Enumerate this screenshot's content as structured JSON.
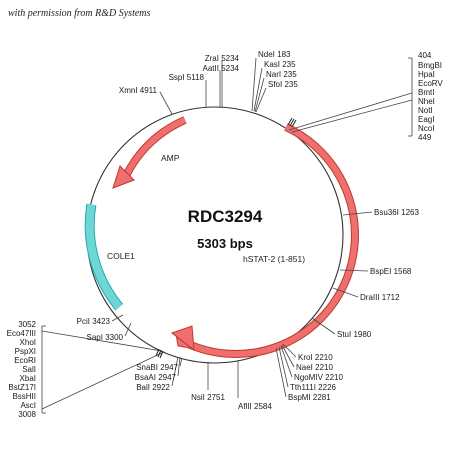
{
  "permission_note": "with permission from R&D Systems",
  "plasmid": {
    "name": "RDC3294",
    "size": "5303 bps"
  },
  "colors": {
    "backbone": "#333333",
    "feature_red": "#ef6f6f",
    "feature_red_edge": "#c0392b",
    "feature_cyan": "#6fd6d6",
    "feature_cyan_edge": "#2aa9a9"
  },
  "features": {
    "amp": "AMP",
    "cole1": "COLE1",
    "hstat2": "hSTAT-2 (1-851)"
  },
  "sites": {
    "ndel": "NdeI 183",
    "kasi": "KasI 235",
    "nari": "NarI 235",
    "sfoi": "SfoI 235",
    "zrai": "ZraI 5234",
    "aatii": "AatII 5234",
    "sspi": "SspI 5118",
    "xmni": "XmnI 4911",
    "bsu36i": "Bsu36I 1263",
    "bspei": "BspEI 1568",
    "draiii": "DraIII 1712",
    "stui": "StuI 1980",
    "kroi": "KroI 2210",
    "naei": "NaeI 2210",
    "ngomiv": "NgoMIV 2210",
    "tth111i": "Tth111I 2226",
    "bspmi": "BspMI 2281",
    "aflii": "AflII 2584",
    "nsii": "NsiI 2751",
    "snabi": "SnaBI 2947",
    "bsaai": "BsaAI 2947",
    "bali": "BalI 2922",
    "pcii": "PciI 3423",
    "sapi": "SapI 3300"
  },
  "mcs_right": [
    "404",
    "BmgBI",
    "HpaI",
    "EcoRV",
    "BmtI",
    "NheI",
    "NotI",
    "EagI",
    "NcoI",
    "449"
  ],
  "mcs_left": [
    "3052",
    "Eco47III",
    "XhoI",
    "PspXI",
    "EcoRI",
    "SalI",
    "XbaI",
    "BstZ17I",
    "BssHII",
    "AscI",
    "3008"
  ]
}
